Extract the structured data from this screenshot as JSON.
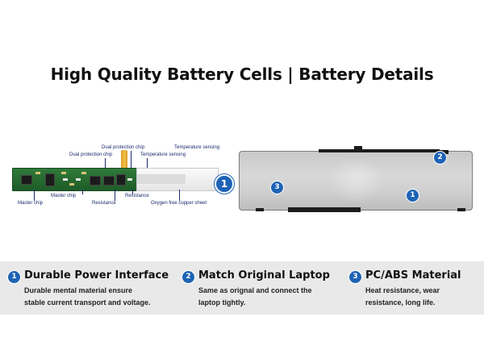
{
  "title": "High Quality Battery Cells | Battery Details",
  "pcb_labels": {
    "dual_protection_chip_top": "Dual protection chip",
    "temperature_sensing_top": "Temperature sensing",
    "dual_protection_chip": "Dual protection chip",
    "temperature_sensing": "Temperature sensing",
    "master_chip_1": "Master chip",
    "resistance_1": "Resistance",
    "master_chip_2": "Master chip",
    "resistance_2": "Resistance",
    "oxygen_free_copper_sheet": "Oxygen free copper sheet"
  },
  "badges": {
    "pcb": "1",
    "battery_top_right": "2",
    "battery_left": "3",
    "battery_center": "1"
  },
  "features": [
    {
      "number": "1",
      "title": "Durable Power Interface",
      "desc_line1": "Durable mental material ensure",
      "desc_line2": "stable current transport and voltage."
    },
    {
      "number": "2",
      "title": "Match Original Laptop",
      "desc_line1": "Same as orignal and connect the",
      "desc_line2": "laptop tightly."
    },
    {
      "number": "3",
      "title": "PC/ABS Material",
      "desc_line1": "Heat resistance, wear",
      "desc_line2": "resistance, long life."
    }
  ],
  "colors": {
    "badge": "#1e63b5",
    "feature_band": "#e9e9e9",
    "label_text": "#1a2a6c"
  }
}
